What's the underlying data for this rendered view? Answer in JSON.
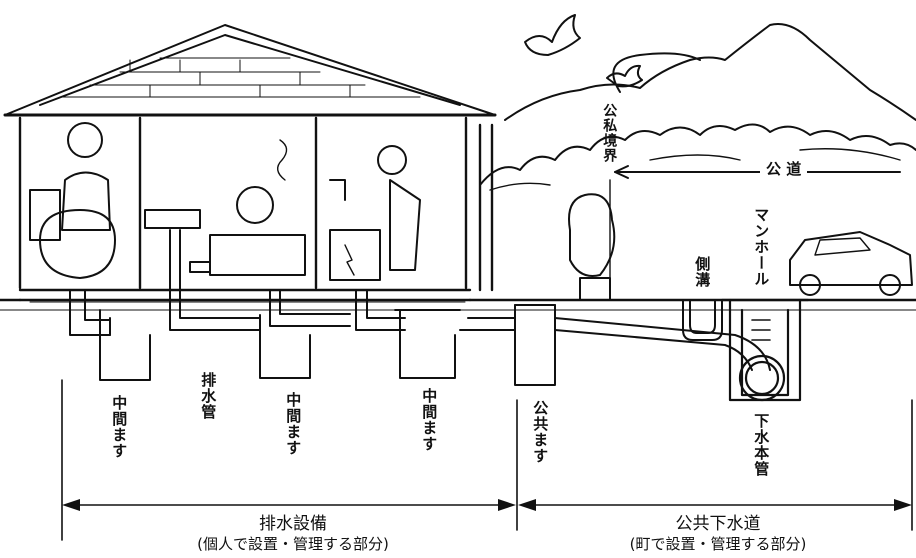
{
  "labels": {
    "chukan_1": "中間ます",
    "haisuikan": "排水管",
    "chukan_2": "中間ます",
    "chukan_3": "中間ます",
    "koukyou_masu": "公共ます",
    "koushi_kyoukai": "公私境界",
    "koudou": "公 道",
    "sokkou": "側溝",
    "manhole": "マンホール",
    "gesui_honkan": "下水本管"
  },
  "captions": {
    "left_title": "排水設備",
    "left_sub": "(個人で設置・管理する部分)",
    "right_title": "公共下水道",
    "right_sub": "(町で設置・管理する部分)"
  }
}
